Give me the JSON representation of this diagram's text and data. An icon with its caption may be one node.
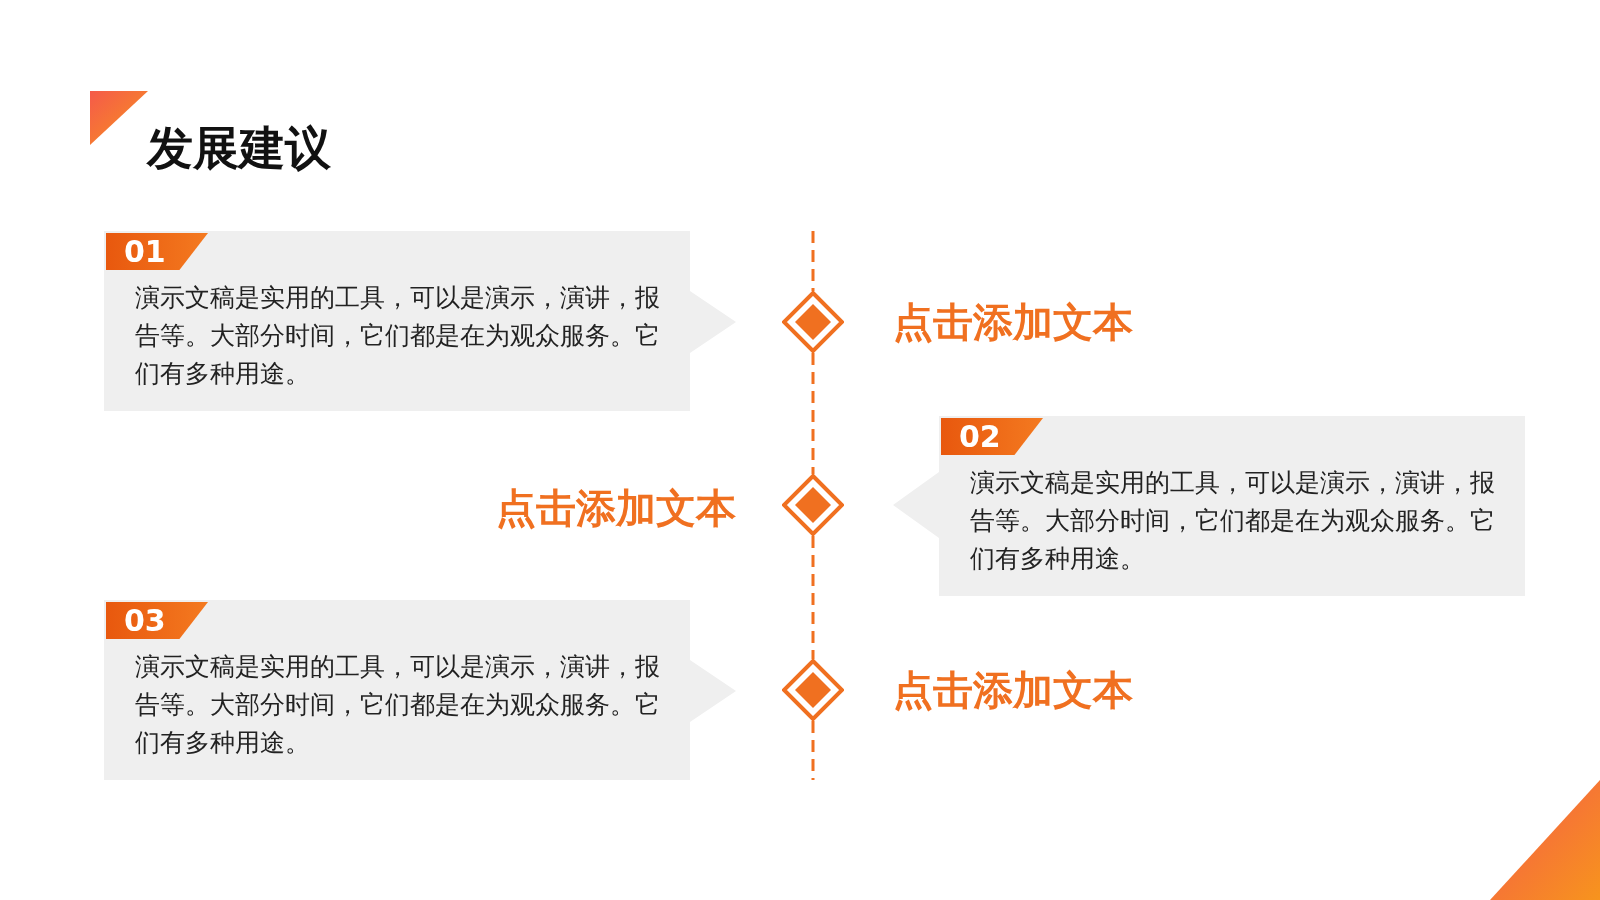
{
  "diagram": {
    "title": "发展建议",
    "nodes": [
      {
        "text": [
          "01",
          "演示文稿是实用的工具，可以是演示，演讲，报告等。大部分时间，它们都是在为观众服务。它们有多种用途。"
        ]
      },
      {
        "text": [],
        "shape": "diamond"
      },
      {
        "text": [
          "02",
          "演示文稿是实用的工具，可以是演示，演讲，报告等。大部分时间，它们都是在为观众服务。它们有多种用途。"
        ]
      },
      {
        "text": [],
        "shape": "diamond"
      },
      {
        "text": [
          "03",
          "演示文稿是实用的工具，可以是演示，演讲，报告等。大部分时间，它们都是在为观众服务。它们有多种用途。"
        ]
      },
      {
        "text": [],
        "shape": "diamond"
      }
    ],
    "edges": [
      {
        "from": 1,
        "to": 3,
        "arrow": "none",
        "style": "dashed"
      },
      {
        "from": 3,
        "to": 5,
        "arrow": "none",
        "style": "dashed"
      }
    ],
    "labels": [
      "点击添加文本",
      "点击添加文本",
      "点击添加文本"
    ]
  }
}
